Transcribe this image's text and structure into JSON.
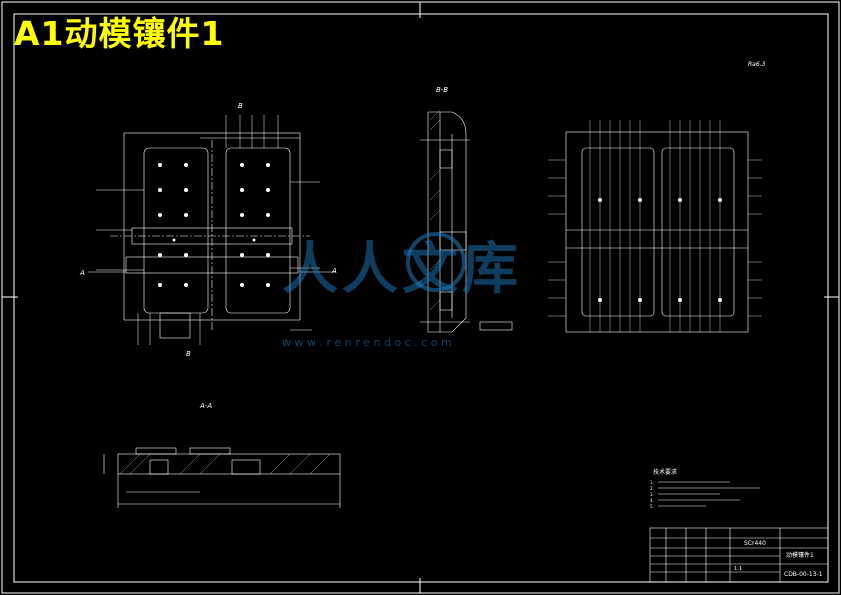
{
  "title": "A1动模镶件1",
  "views": {
    "section_bb": "B-B",
    "section_aa": "A-A",
    "marker_b": "B",
    "marker_a": "A"
  },
  "roughness_note": "Ra6.3",
  "watermark": {
    "text": "人人文库",
    "url": "w w w . r e n r e n d o c . c o m"
  },
  "tech_requirements": {
    "heading": "技术要求",
    "lines": [
      "1.",
      "2.",
      "3.",
      "4.",
      "5."
    ]
  },
  "title_block": {
    "material": "SCr440",
    "part_name": "动模镶件1",
    "drawing_no": "CDB-00-13-1",
    "scale": "1:1"
  },
  "colors": {
    "background": "#000000",
    "lines": "#ffffff",
    "title": "#ffff00",
    "watermark": "#1e7bbf"
  }
}
